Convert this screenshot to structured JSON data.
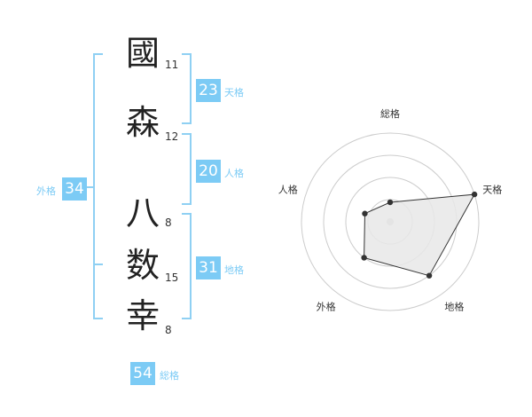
{
  "name_chars": [
    {
      "char": "國",
      "strokes": "11"
    },
    {
      "char": "森",
      "strokes": "12"
    },
    {
      "char": "八",
      "strokes": "8"
    },
    {
      "char": "数",
      "strokes": "15"
    },
    {
      "char": "幸",
      "strokes": "8"
    }
  ],
  "fortunes": {
    "tenkaku": {
      "value": "23",
      "label": "天格"
    },
    "jinkaku": {
      "value": "20",
      "label": "人格"
    },
    "chikaku": {
      "value": "31",
      "label": "地格"
    },
    "gaikaku": {
      "value": "34",
      "label": "外格"
    },
    "soukaku": {
      "value": "54",
      "label": "総格"
    }
  },
  "colors": {
    "accent": "#7ccbf5",
    "bracket": "#8fd0f3",
    "ring": "#cccccc",
    "fill": "#e8e8e8"
  },
  "chart_data": {
    "type": "radar",
    "axes": [
      "総格",
      "天格",
      "地格",
      "外格",
      "人格"
    ],
    "values": [
      0.22,
      1.0,
      0.75,
      0.5,
      0.3
    ],
    "range": [
      0,
      1
    ],
    "rings": 4
  }
}
